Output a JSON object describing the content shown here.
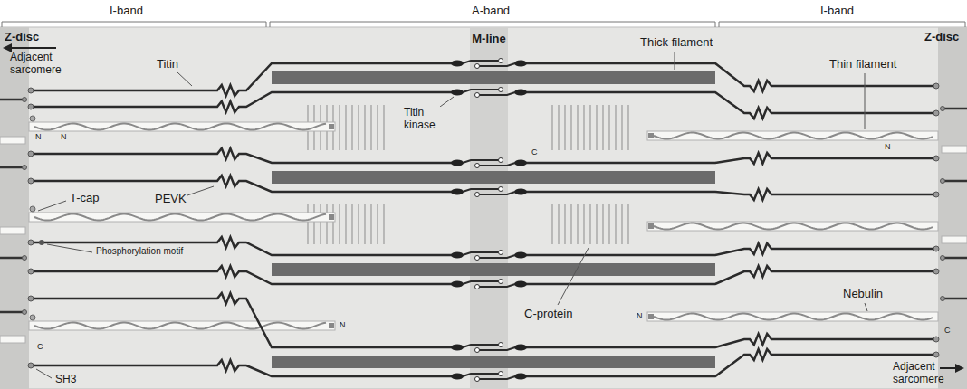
{
  "diagram": {
    "labels": [
      "I-band",
      "A-band",
      "I-band",
      "Z-disc",
      "Adjacent sarcomere",
      "M-line",
      "Thick filament",
      "Z-disc",
      "Thin filament",
      "Titin",
      "N",
      "N",
      "T-cap",
      "PEVK",
      "Titin kinase",
      "C",
      "Phosphorylation motif",
      "C-protein",
      "N",
      "N",
      "N",
      "Nebulin",
      "C",
      "C",
      "SH3",
      "Adjacent sarcomere"
    ]
  }
}
